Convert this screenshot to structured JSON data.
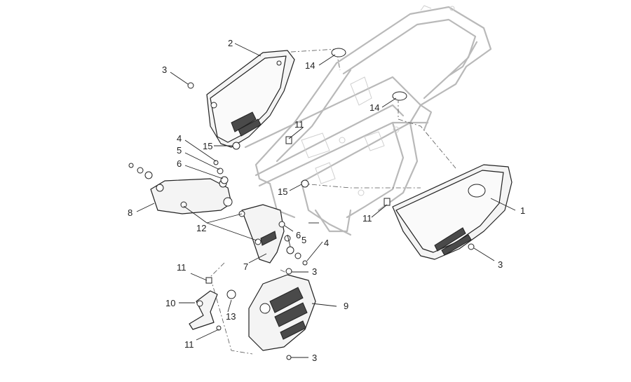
{
  "diagram": {
    "callouts": [
      {
        "id": "c1",
        "label": "1"
      },
      {
        "id": "c2",
        "label": "2"
      },
      {
        "id": "c3a",
        "label": "3"
      },
      {
        "id": "c3b",
        "label": "3"
      },
      {
        "id": "c3c",
        "label": "3"
      },
      {
        "id": "c3d",
        "label": "3"
      },
      {
        "id": "c4a",
        "label": "4"
      },
      {
        "id": "c4b",
        "label": "4"
      },
      {
        "id": "c5a",
        "label": "5"
      },
      {
        "id": "c5b",
        "label": "5"
      },
      {
        "id": "c6a",
        "label": "6"
      },
      {
        "id": "c6b",
        "label": "6"
      },
      {
        "id": "c7",
        "label": "7"
      },
      {
        "id": "c8",
        "label": "8"
      },
      {
        "id": "c9",
        "label": "9"
      },
      {
        "id": "c10",
        "label": "10"
      },
      {
        "id": "c11a",
        "label": "11"
      },
      {
        "id": "c11b",
        "label": "11"
      },
      {
        "id": "c11c",
        "label": "11"
      },
      {
        "id": "c11d",
        "label": "11"
      },
      {
        "id": "c12",
        "label": "12"
      },
      {
        "id": "c13",
        "label": "13"
      },
      {
        "id": "c14a",
        "label": "14"
      },
      {
        "id": "c14b",
        "label": "14"
      },
      {
        "id": "c15a",
        "label": "15"
      },
      {
        "id": "c15b",
        "label": "15"
      }
    ]
  }
}
